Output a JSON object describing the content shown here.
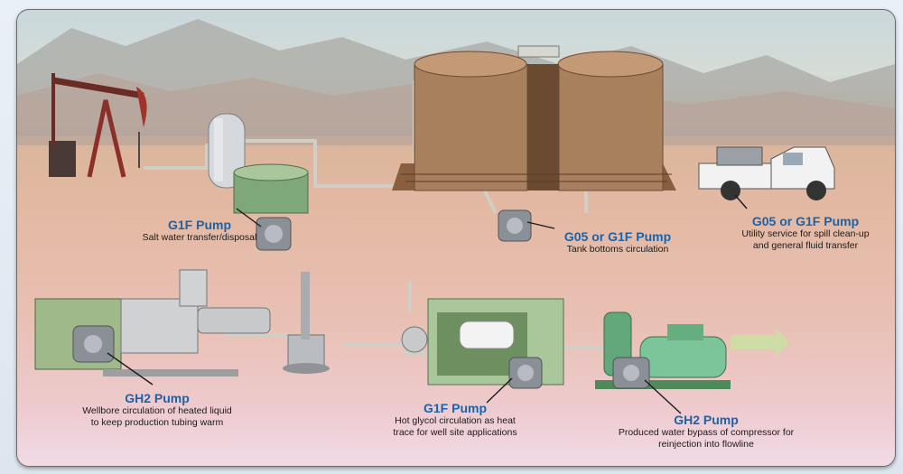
{
  "callouts": {
    "salt_water": {
      "title": "G1F Pump",
      "desc": "Salt water transfer/disposal"
    },
    "tank_bottoms": {
      "title": "G05 or G1F Pump",
      "desc": "Tank bottoms circulation"
    },
    "utility": {
      "title": "G05 or G1F Pump",
      "desc_line1": "Utility service for spill clean-up",
      "desc_line2": "and general fluid transfer"
    },
    "wellbore": {
      "title": "GH2 Pump",
      "desc_line1": "Wellbore circulation of heated liquid",
      "desc_line2": "to keep production tubing warm"
    },
    "glycol": {
      "title": "G1F Pump",
      "desc_line1": "Hot glycol circulation as heat",
      "desc_line2": "trace for well site applications"
    },
    "produced_water": {
      "title": "GH2 Pump",
      "desc_line1": "Produced water bypass of compressor for",
      "desc_line2": "reinjection into flowline"
    }
  },
  "colors": {
    "title_blue": "#1b63a8",
    "tank_brown": "#a8805e",
    "equipment_green": "#a9c79a",
    "pump_gray": "#8b8f96",
    "pipe_gray": "#cfcfc8"
  }
}
